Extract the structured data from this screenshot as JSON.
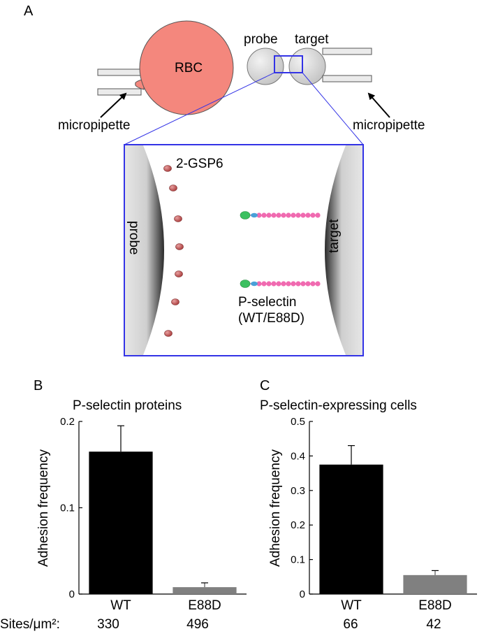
{
  "panel_a": {
    "letter": "A",
    "rbc_label": "RBC",
    "probe_label": "probe",
    "target_label": "target",
    "micropipette_left": "micropipette",
    "micropipette_right": "micropipette",
    "inset": {
      "probe_label": "probe",
      "target_label": "target",
      "antibody_label": "2-GSP6",
      "selectin_label_line1": "P-selectin",
      "selectin_label_line2": "(WT/E88D)"
    },
    "colors": {
      "rbc": "#f4877d",
      "zoom_box": "#3333e6",
      "antibody": "#b84a4a",
      "lectin": "#3cc060",
      "egf": "#4aa0d8",
      "cr_repeat": "#f06ab0"
    }
  },
  "sites_row": {
    "label": "Sites/μm²:",
    "values_b": [
      "330",
      "496"
    ],
    "values_c": [
      "66",
      "42"
    ]
  },
  "chart_data": [
    {
      "letter": "B",
      "type": "bar",
      "title": "P-selectin proteins",
      "xlabel": "",
      "ylabel": "Adhesion frequency",
      "categories": [
        "WT",
        "E88D"
      ],
      "values": [
        0.165,
        0.008
      ],
      "errors": [
        0.03,
        0.005
      ],
      "bar_colors": [
        "#000000",
        "#808080"
      ],
      "ylim": [
        0,
        0.2
      ],
      "yticks": [
        0,
        0.1,
        0.2
      ],
      "ytick_labels": [
        "0",
        "0.1",
        "0.2"
      ]
    },
    {
      "letter": "C",
      "type": "bar",
      "title": "P-selectin-expressing cells",
      "xlabel": "",
      "ylabel": "Adhesion frequency",
      "categories": [
        "WT",
        "E88D"
      ],
      "values": [
        0.375,
        0.055
      ],
      "errors": [
        0.055,
        0.013
      ],
      "bar_colors": [
        "#000000",
        "#808080"
      ],
      "ylim": [
        0,
        0.5
      ],
      "yticks": [
        0,
        0.1,
        0.2,
        0.3,
        0.4,
        0.5
      ],
      "ytick_labels": [
        "0",
        "0.1",
        "0.2",
        "0.3",
        "0.4",
        "0.5"
      ]
    }
  ]
}
